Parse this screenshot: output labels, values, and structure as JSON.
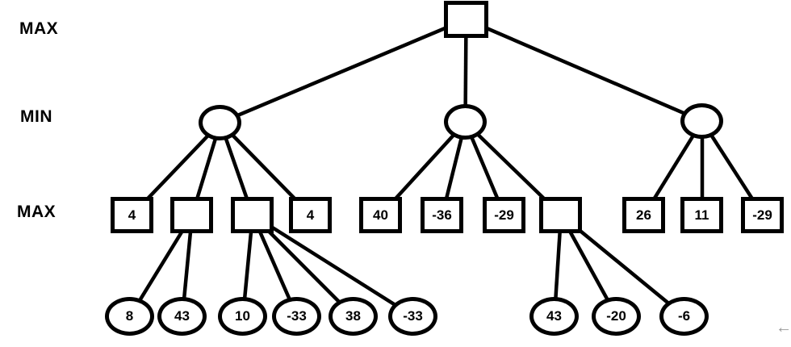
{
  "diagram": {
    "title": "minimax-game-tree",
    "row_labels": [
      "MAX",
      "MIN",
      "MAX"
    ],
    "nodes": {
      "root": "",
      "min1": "",
      "min2": "",
      "min3": "",
      "max1": "4",
      "max2": "",
      "max3": "",
      "max4": "4",
      "max5": "40",
      "max6": "-36",
      "max7": "-29",
      "max8": "",
      "max9": "26",
      "max10": "11",
      "max11": "-29",
      "leaf1": "8",
      "leaf2": "43",
      "leaf3": "10",
      "leaf4": "-33",
      "leaf5": "38",
      "leaf6": "-33",
      "leaf7": "43",
      "leaf8": "-20",
      "leaf9": "-6"
    },
    "colors": {
      "node_stroke": "#000000",
      "node_fill": "#ffffff",
      "edge": "#000000",
      "nav_arrow": "#989898"
    },
    "nav_arrow_glyph": "←"
  }
}
